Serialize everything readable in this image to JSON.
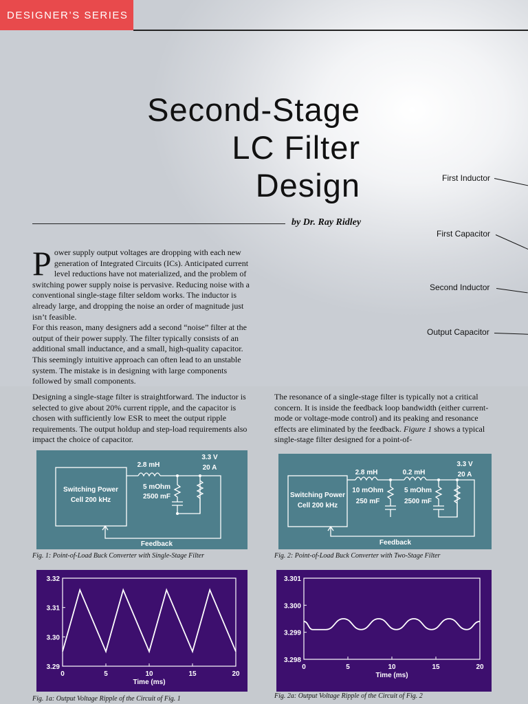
{
  "header": {
    "series": "DESIGNER’S SERIES"
  },
  "title": {
    "line1": "Second-Stage",
    "line2": "LC Filter",
    "line3": "Design"
  },
  "byline": "by Dr. Ray Ridley",
  "callouts": [
    "First Inductor",
    "First Capacitor",
    "Second Inductor",
    "Output Capacitor"
  ],
  "intro": {
    "dropcap": "P",
    "p1": "ower supply output voltages are dropping with each new generation of Integrated Circuits (ICs). Anticipated current level reductions have not materialized, and the problem of switching power supply noise is pervasive. Reducing noise with a conventional single-stage filter seldom works. The inductor is already large, and dropping the noise an order of magnitude just isn’t feasible.",
    "p2": "For this reason, many designers add a second “noise” filter at the output of their power supply. The filter typically consists of an additional small inductance, and a small, high-quality capacitor. This seemingly intuitive approach can often lead to an unstable system. The mistake is in designing with large components followed by small components."
  },
  "col_left": "Designing a single-stage filter is straightforward. The inductor is selected to give about 20% current ripple, and the capacitor is chosen with sufficiently low ESR to meet the output ripple requirements. The output holdup and step-load requirements also impact the choice of capacitor.",
  "col_right": {
    "text1": "The resonance of a single-stage filter is typically not a critical concern. It is inside the feedback loop bandwidth (either current-mode or voltage-mode control) and its peaking and resonance effects are eliminated by the feedback.",
    "ref": "Figure 1",
    "text2": "shows a typical single-stage filter designed for a point-of-"
  },
  "fig1": {
    "cell_line1": "Switching Power",
    "cell_line2": "Cell 200 kHz",
    "inductor": "2.8 mH",
    "esr": "5 mOhm",
    "cap": "2500 mF",
    "vout": "3.3 V",
    "iout": "20 A",
    "feedback": "Feedback",
    "caption": "Fig. 1: Point-of-Load Buck Converter with Single-Stage Filter"
  },
  "fig2": {
    "cell_line1": "Switching Power",
    "cell_line2": "Cell 200 kHz",
    "inductor1": "2.8 mH",
    "inductor2": "0.2 mH",
    "esr1": "10 mOhm",
    "cap1": "250 mF",
    "esr2": "5 mOhm",
    "cap2": "2500 mF",
    "vout": "3.3 V",
    "iout": "20 A",
    "feedback": "Feedback",
    "caption": "Fig. 2: Point-of-Load Buck Converter with Two-Stage Filter"
  },
  "chart_data": [
    {
      "type": "line",
      "title": "",
      "xlabel": "Time (ms)",
      "ylabel": "",
      "xlim": [
        0,
        20
      ],
      "ylim": [
        3.29,
        3.32
      ],
      "xticks": [
        "0",
        "5",
        "10",
        "15",
        "20"
      ],
      "yticks": [
        "3.29",
        "3.30",
        "3.31",
        "3.32"
      ],
      "x": [
        0,
        2,
        5,
        7,
        10,
        12,
        15,
        17,
        20
      ],
      "y": [
        3.295,
        3.316,
        3.295,
        3.316,
        3.295,
        3.316,
        3.295,
        3.316,
        3.295
      ],
      "caption": "Fig. 1a: Output Voltage Ripple of the Circuit of Fig. 1"
    },
    {
      "type": "line",
      "title": "",
      "xlabel": "Time (ms)",
      "ylabel": "",
      "xlim": [
        0,
        20
      ],
      "ylim": [
        3.298,
        3.301
      ],
      "xticks": [
        "0",
        "5",
        "10",
        "15",
        "20"
      ],
      "yticks": [
        "3.298",
        "3.299",
        "3.300",
        "3.301"
      ],
      "x": [
        0,
        1,
        2.5,
        4.5,
        6.5,
        8.5,
        10.5,
        12.5,
        14.5,
        16.5,
        18.5,
        20
      ],
      "y": [
        3.2994,
        3.2991,
        3.2991,
        3.2995,
        3.2991,
        3.2995,
        3.2991,
        3.2995,
        3.2991,
        3.2995,
        3.2991,
        3.2994
      ],
      "caption": "Fig. 2a: Output Voltage Ripple of the Circuit of Fig. 2"
    }
  ]
}
